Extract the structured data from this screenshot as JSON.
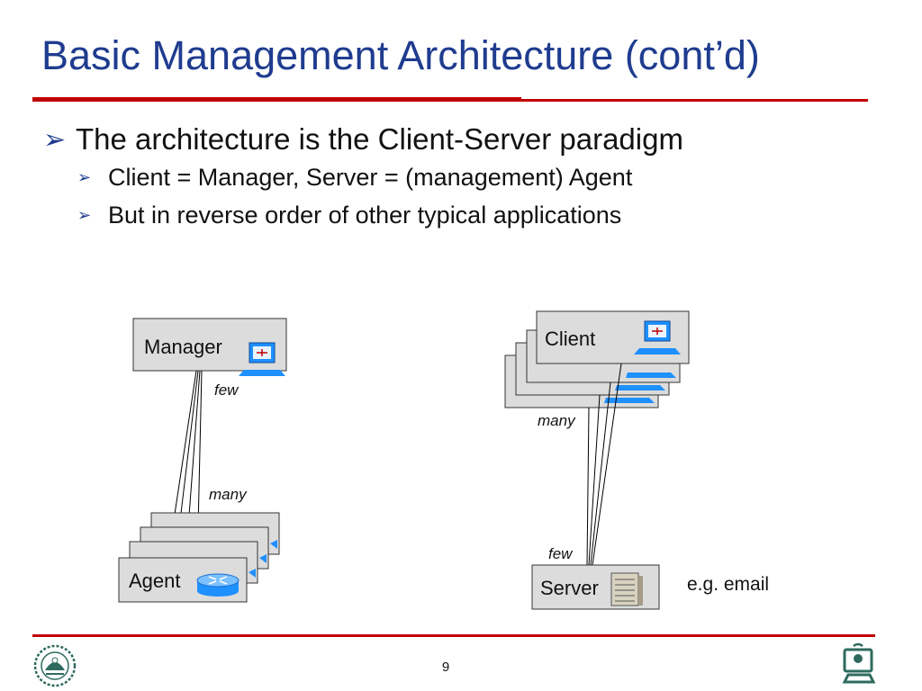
{
  "slide": {
    "title": "Basic Management Architecture (cont’d)",
    "bullets": [
      {
        "text": "The architecture is the Client-Server paradigm",
        "sub": [
          "Client = Manager, Server = (management) Agent",
          "But in reverse order of other typical applications"
        ]
      }
    ],
    "page_number": "9"
  },
  "diagram_left": {
    "manager_label": "Manager",
    "few_label": "few",
    "many_label": "many",
    "agent_label": "Agent"
  },
  "diagram_right": {
    "client_label": "Client",
    "many_label": "many",
    "few_label": "few",
    "server_label": "Server",
    "note": "e.g. email"
  },
  "colors": {
    "title": "#1f3c8f",
    "accent_red": "#c00000",
    "box_fill": "#dcdcdc",
    "icon_blue": "#1e90ff",
    "logo_green": "#2e6b5e"
  },
  "icons": {
    "bullet": "arrow-bullet-icon",
    "manager": "workstation-icon",
    "agent": "router-icon",
    "server": "server-icon",
    "logo_left": "university-seal-logo",
    "logo_right": "computer-department-logo"
  }
}
